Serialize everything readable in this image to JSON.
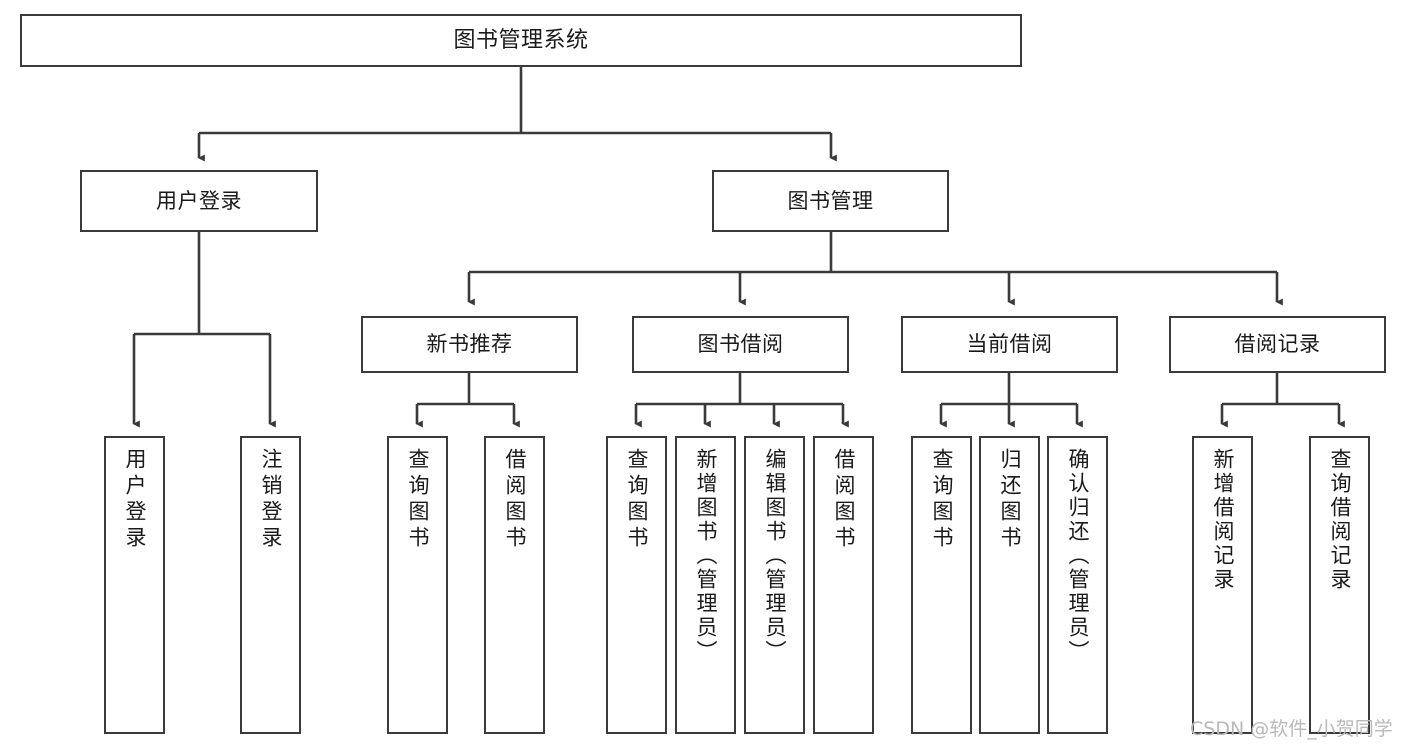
{
  "diagram": {
    "type": "tree-hierarchy",
    "title": "图书管理系统",
    "watermark": "CSDN @软件_小贺同学",
    "colors": {
      "box_border": "#3a3a3a",
      "box_fill": "#ffffff",
      "connector": "#3a3a3a",
      "text": "#1a1a1a",
      "watermark": "#b9b9b9",
      "background": "#ffffff"
    },
    "nodes": {
      "root": {
        "label": "图书管理系统"
      },
      "level2": [
        {
          "id": "user-login",
          "label": "用户登录"
        },
        {
          "id": "book-manage",
          "label": "图书管理"
        }
      ],
      "level3": [
        {
          "id": "new-book-recommend",
          "label": "新书推荐"
        },
        {
          "id": "book-borrow",
          "label": "图书借阅"
        },
        {
          "id": "current-borrow",
          "label": "当前借阅"
        },
        {
          "id": "borrow-record",
          "label": "借阅记录"
        }
      ],
      "leaves": {
        "user-login": [
          {
            "id": "leaf-user-login",
            "label": "用户登录"
          },
          {
            "id": "leaf-user-logout",
            "label": "注销登录"
          }
        ],
        "new-book-recommend": [
          {
            "id": "leaf-query-book-1",
            "label": "查询图书"
          },
          {
            "id": "leaf-borrow-book-1",
            "label": "借阅图书"
          }
        ],
        "book-borrow": [
          {
            "id": "leaf-query-book-2",
            "label": "查询图书"
          },
          {
            "id": "leaf-add-book",
            "label": "新增图书（管理员）"
          },
          {
            "id": "leaf-edit-book",
            "label": "编辑图书（管理员）"
          },
          {
            "id": "leaf-borrow-book-2",
            "label": "借阅图书"
          }
        ],
        "current-borrow": [
          {
            "id": "leaf-query-book-3",
            "label": "查询图书"
          },
          {
            "id": "leaf-return-book",
            "label": "归还图书"
          },
          {
            "id": "leaf-confirm-return",
            "label": "确认归还（管理员）"
          }
        ],
        "borrow-record": [
          {
            "id": "leaf-add-record",
            "label": "新增借阅记录"
          },
          {
            "id": "leaf-query-record",
            "label": "查询借阅记录"
          }
        ]
      }
    }
  }
}
